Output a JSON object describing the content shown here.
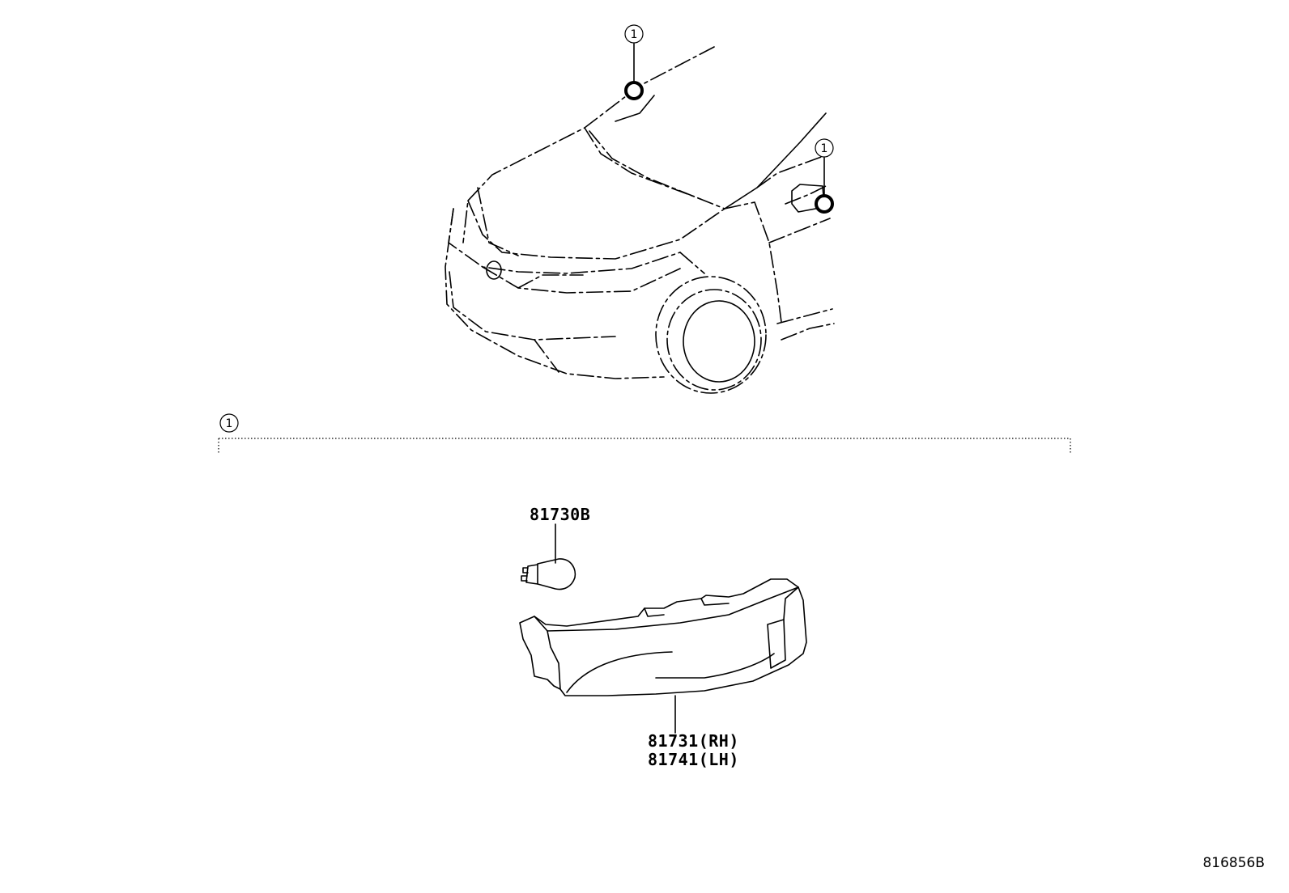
{
  "callouts": {
    "ref_mark": "1"
  },
  "parts": {
    "bulb": {
      "number": "81730B"
    },
    "lamp_rh": {
      "number": "81731(RH)"
    },
    "lamp_lh": {
      "number": "81741(LH)"
    }
  },
  "figure_id": "816856B"
}
